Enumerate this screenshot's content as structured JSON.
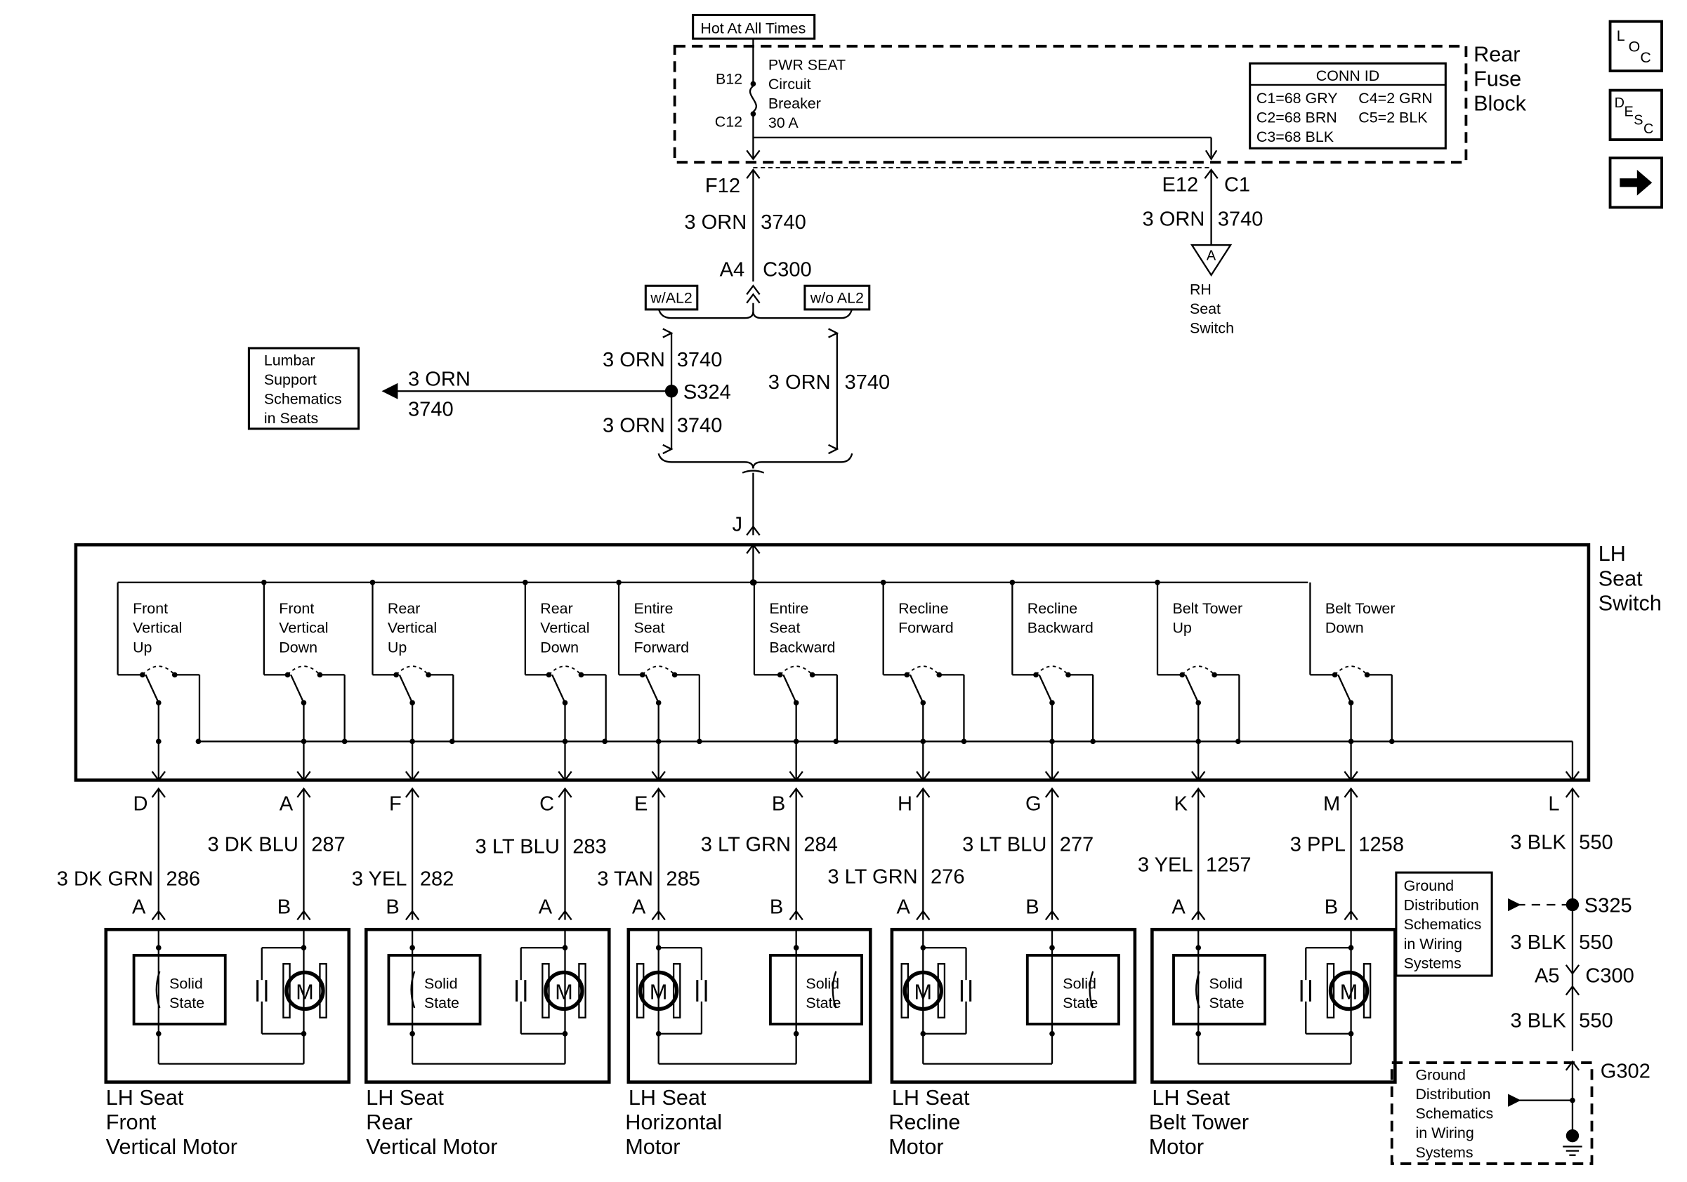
{
  "fuse_block": {
    "hot_label": "Hot At All Times",
    "breaker_lines": [
      "PWR SEAT",
      "Circuit",
      "Breaker",
      "30 A"
    ],
    "pin_top": "B12",
    "pin_bottom": "C12",
    "title_lines": [
      "Rear",
      "Fuse",
      "Block"
    ],
    "conn_id_title": "CONN ID",
    "conn_id_left": [
      "C1=68 GRY",
      "C2=68 BRN",
      "C3=68 BLK"
    ],
    "conn_id_right": [
      "C4=2 GRN",
      "C5=2 BLK"
    ]
  },
  "nav": {
    "loc_icon": "loc-icon",
    "desc_icon": "desc-icon",
    "next_icon": "arrow-right-icon"
  },
  "left_feed": {
    "connector": "F12",
    "wire_color": "3 ORN",
    "circuit": "3740",
    "inline_pin": "A4",
    "inline_conn": "C300",
    "opt_with": "w/AL2",
    "opt_without": "w/o AL2",
    "upper_color": "3 ORN",
    "upper_circuit": "3740",
    "splice": "S324",
    "lower_color": "3 ORN",
    "lower_circuit": "3740",
    "right_color": "3 ORN",
    "right_circuit": "3740",
    "branch_color": "3 ORN",
    "branch_circuit": "3740",
    "lumbar_lines": [
      "Lumbar",
      "Support",
      "Schematics",
      "in Seats"
    ],
    "seat_pin": "J"
  },
  "right_feed": {
    "pin": "E12",
    "conn": "C1",
    "wire_color": "3 ORN",
    "circuit": "3740",
    "flag": "A",
    "dest_lines": [
      "RH",
      "Seat",
      "Switch"
    ]
  },
  "seat_switch": {
    "title_lines": [
      "LH",
      "Seat",
      "Switch"
    ],
    "switches": [
      {
        "lines": [
          "Front",
          "Vertical",
          "Up"
        ]
      },
      {
        "lines": [
          "Front",
          "Vertical",
          "Down"
        ]
      },
      {
        "lines": [
          "Rear",
          "Vertical",
          "Up"
        ]
      },
      {
        "lines": [
          "Rear",
          "Vertical",
          "Down"
        ]
      },
      {
        "lines": [
          "Entire",
          "Seat",
          "Forward"
        ]
      },
      {
        "lines": [
          "Entire",
          "Seat",
          "Backward"
        ]
      },
      {
        "lines": [
          "Recline",
          "Forward"
        ]
      },
      {
        "lines": [
          "Recline",
          "Backward"
        ]
      },
      {
        "lines": [
          "Belt Tower",
          "Up"
        ]
      },
      {
        "lines": [
          "Belt Tower",
          "Down"
        ]
      }
    ]
  },
  "circuits": [
    {
      "pin": "D",
      "color": "3 DK GRN",
      "num": "286",
      "motor_pin": "A"
    },
    {
      "pin": "A",
      "color": "3 DK BLU",
      "num": "287",
      "motor_pin": "B"
    },
    {
      "pin": "F",
      "color": "3 YEL",
      "num": "282",
      "motor_pin": "B"
    },
    {
      "pin": "C",
      "color": "3 LT BLU",
      "num": "283",
      "motor_pin": "A"
    },
    {
      "pin": "E",
      "color": "3 TAN",
      "num": "285",
      "motor_pin": "A"
    },
    {
      "pin": "B",
      "color": "3 LT GRN",
      "num": "284",
      "motor_pin": "B"
    },
    {
      "pin": "H",
      "color": "3 LT GRN",
      "num": "276",
      "motor_pin": "A"
    },
    {
      "pin": "G",
      "color": "3 LT BLU",
      "num": "277",
      "motor_pin": "B"
    },
    {
      "pin": "K",
      "color": "3 YEL",
      "num": "1257",
      "motor_pin": "A"
    },
    {
      "pin": "M",
      "color": "3 PPL",
      "num": "1258",
      "motor_pin": "B"
    }
  ],
  "ground_circuit": {
    "pin": "L",
    "color": "3 BLK",
    "num": "550",
    "splice": "S325",
    "inline_pin": "A5",
    "inline_conn": "C300",
    "ground": "G302",
    "ref_lines": [
      "Ground",
      "Distribution",
      "Schematics",
      "in Wiring",
      "Systems"
    ]
  },
  "motors": [
    {
      "lines": [
        "LH Seat",
        "Front",
        "Vertical Motor"
      ]
    },
    {
      "lines": [
        "LH Seat",
        "Rear",
        "Vertical Motor"
      ]
    },
    {
      "lines": [
        "LH Seat",
        "Horizontal",
        "Motor"
      ]
    },
    {
      "lines": [
        "LH Seat",
        "Recline",
        "Motor"
      ]
    },
    {
      "lines": [
        "LH Seat",
        "Belt Tower",
        "Motor"
      ]
    }
  ],
  "motor_symbol": "M",
  "solid_state_lines": [
    "Solid",
    "State"
  ]
}
